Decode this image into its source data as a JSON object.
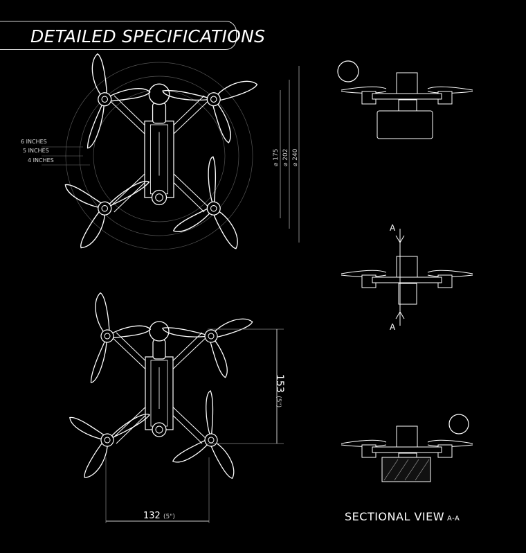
{
  "title": "DETAILED SPECIFICATIONS",
  "top_view": {
    "prop_labels": [
      "6 INCHES",
      "5 INCHES",
      "4 INCHES"
    ],
    "diameters": [
      "⌀ 175",
      "⌀ 202",
      "⌀ 240"
    ]
  },
  "bottom_view": {
    "height_dim": "153",
    "height_unit": "(5\")",
    "width_dim": "132",
    "width_unit": "(5\")"
  },
  "front_view": {
    "section_marks": [
      "A",
      "A"
    ]
  },
  "section_view": {
    "label": "SECTIONAL VIEW",
    "suffix": "A-A"
  },
  "colors": {
    "background": "#000000",
    "line": "#ffffff"
  }
}
